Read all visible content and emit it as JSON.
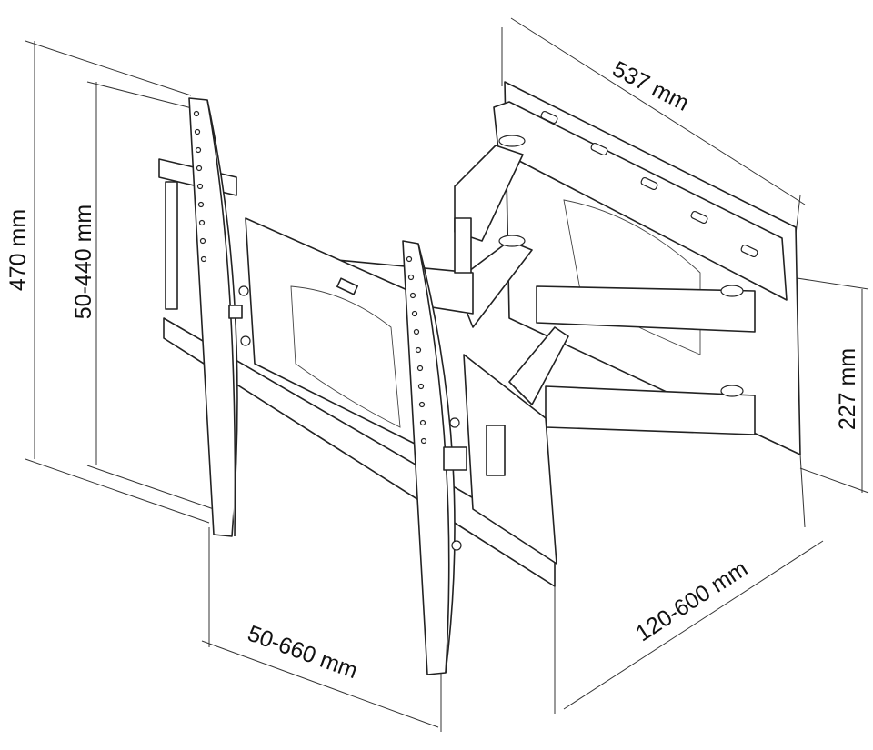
{
  "title": "TV wall mount dimensions",
  "dimensions": {
    "wall_plate_width": "537 mm",
    "total_height": "470 mm",
    "vesa_vertical": "50-440 mm",
    "wall_plate_height": "227 mm",
    "vesa_horizontal": "50-660 mm",
    "extension": "120-600 mm"
  },
  "colors": {
    "line": "#222222",
    "background": "#ffffff"
  }
}
